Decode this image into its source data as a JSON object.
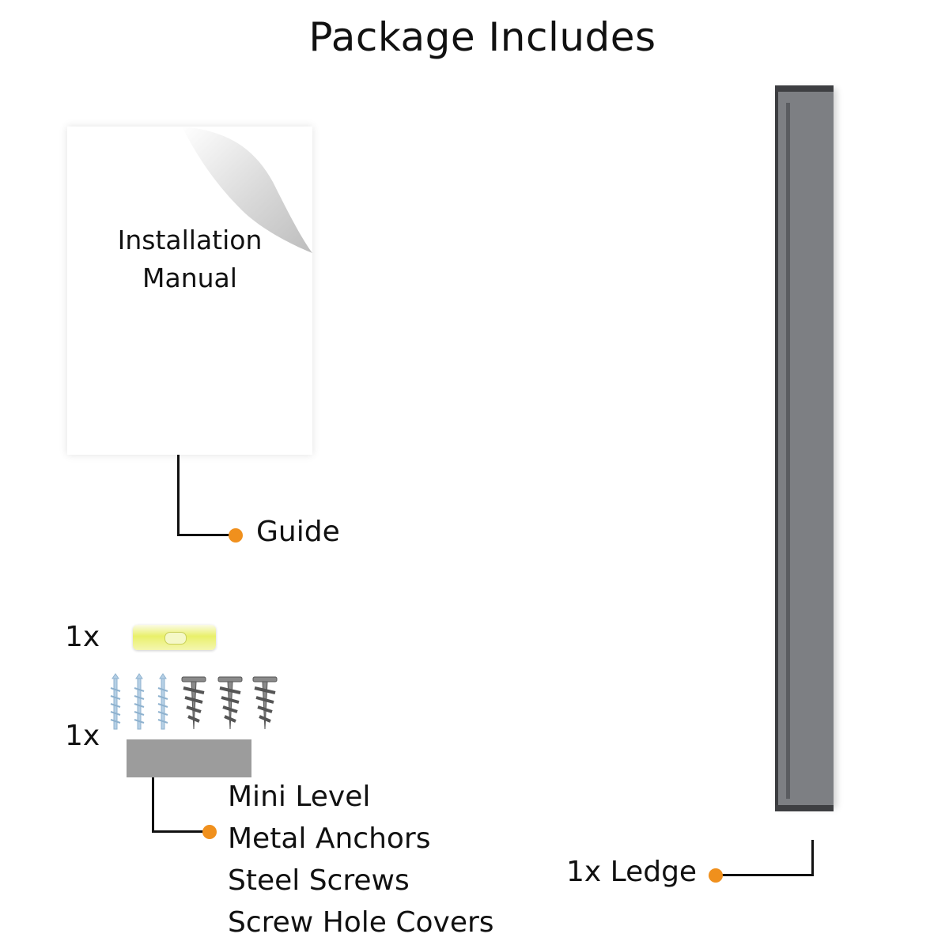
{
  "title": "Package Includes",
  "manual": {
    "line1": "Installation",
    "line2": "Manual"
  },
  "guide_label": "Guide",
  "kit": {
    "level_qty": "1x",
    "hardware_qty": "1x",
    "items": [
      "Mini Level",
      "Metal Anchors",
      "Steel Screws",
      "Screw Hole Covers"
    ]
  },
  "ledge_label": "1x Ledge",
  "colors": {
    "accent_dot": "#f0901d",
    "ledge": "#7d7f83",
    "level": "#e9f06a",
    "screws": "#9bbcd6",
    "covers": "#9c9c9c"
  },
  "icons": [
    "manual-page-curl-icon",
    "mini-level-icon",
    "steel-screw-icon",
    "metal-anchor-icon",
    "hole-cover-strip-icon",
    "ledge-shelf-icon"
  ]
}
